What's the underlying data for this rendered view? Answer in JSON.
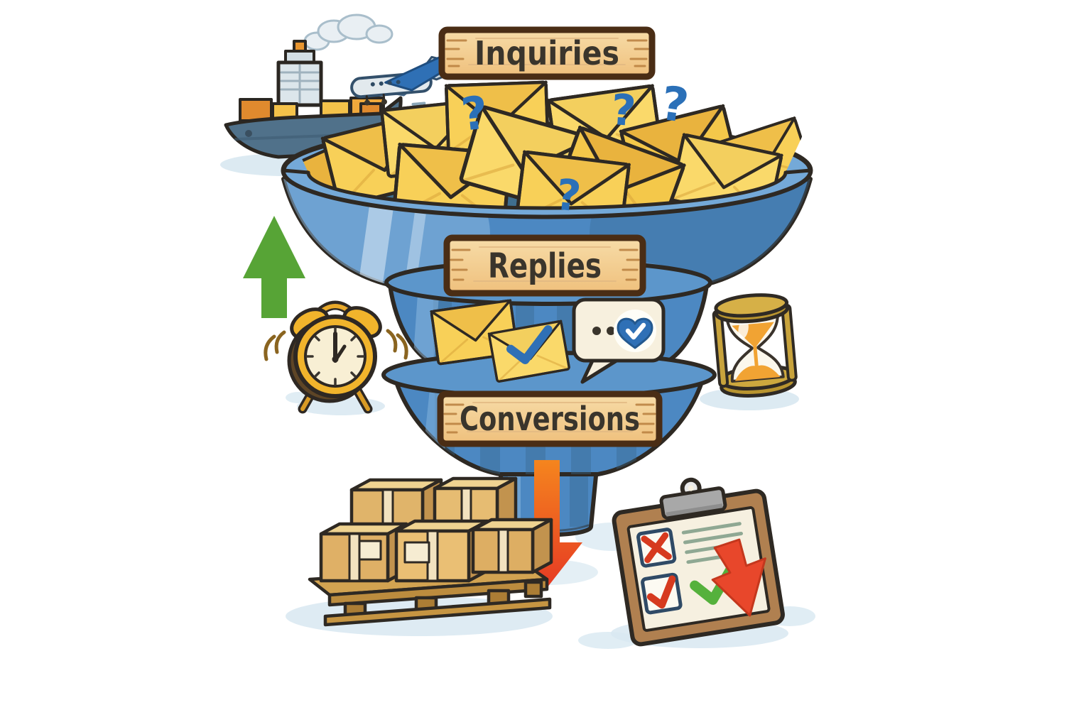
{
  "page": {
    "type": "illustration",
    "subject": "Email inquiry-to-conversion sales funnel, watercolor cartoon style",
    "background": "#FFFFFF"
  },
  "funnel": {
    "stages": [
      {
        "id": "inquiries",
        "label": "Inquiries"
      },
      {
        "id": "replies",
        "label": "Replies"
      },
      {
        "id": "conversions",
        "label": "Conversions"
      }
    ]
  },
  "glyphs": {
    "question_mark": "?"
  },
  "icons": [
    "cargo-ship-icon",
    "airplane-icon",
    "envelope-icon",
    "question-mark-icon",
    "up-arrow-icon",
    "alarm-clock-icon",
    "checked-envelope-icon",
    "chat-bubble-heart-icon",
    "hourglass-icon",
    "down-arrow-icon",
    "pallet-boxes-icon",
    "checklist-clipboard-icon",
    "red-corner-arrow-icon",
    "green-check-icon",
    "red-x-icon"
  ],
  "colors": {
    "funnel_body": "#4C88C2",
    "funnel_rim": "#74A9D8",
    "funnel_interior": "#3F6E8E",
    "funnel_rib": "#38678C",
    "funnel_lip": "#5C96CB",
    "envelope_yellow": "#F8D058",
    "envelope_flap": "#EFBF49",
    "outline_dark": "#2E2923",
    "sign_wood_light": "#F7DCA8",
    "sign_wood_dark": "#EFC07C",
    "sign_border": "#4A2D15",
    "sign_text": "#3A352C",
    "question_blue": "#2B70B8",
    "arrow_green": "#57A436",
    "arrow_orange": "#F5851E",
    "arrow_red": "#E63A24",
    "clock_gold": "#F1B42C",
    "hourglass_gold": "#C8A33C",
    "sand_orange": "#F1A333",
    "box_tan": "#E3B96F",
    "pallet_wood": "#D2A351",
    "clipboard_brown": "#B08050",
    "paper_cream": "#F6F0E0",
    "clip_gray": "#A8A8A8",
    "check_green": "#55B13C",
    "cross_red": "#D63A1F",
    "shadow_blue": "#D8E8F1"
  }
}
